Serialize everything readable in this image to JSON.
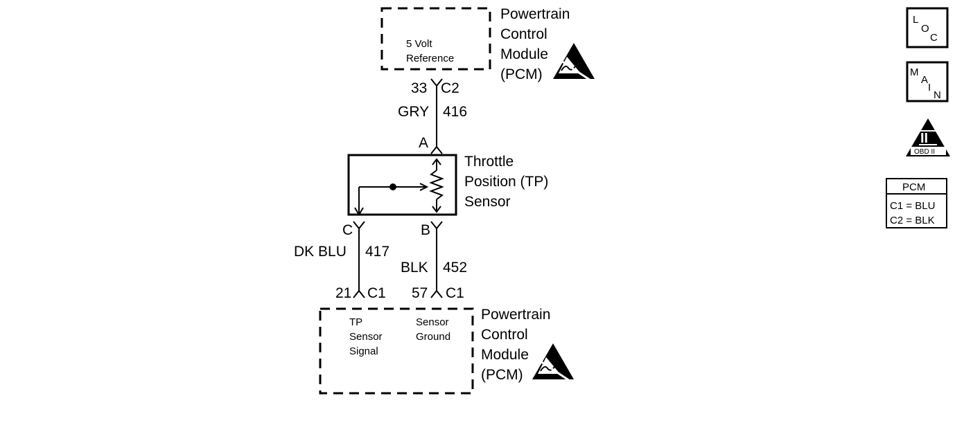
{
  "pcm_top": {
    "name_lines": [
      "Powertrain",
      "Control",
      "Module",
      "(PCM)"
    ],
    "inner_label_lines": [
      "5 Volt",
      "Reference"
    ],
    "pin": "33",
    "connector": "C2"
  },
  "wire_top": {
    "color": "GRY",
    "circuit": "416"
  },
  "tp_sensor": {
    "name_lines": [
      "Throttle",
      "Position (TP)",
      "Sensor"
    ],
    "pin_a": "A",
    "pin_b": "B",
    "pin_c": "C"
  },
  "wire_c": {
    "color": "DK BLU",
    "circuit": "417"
  },
  "wire_b": {
    "color": "BLK",
    "circuit": "452"
  },
  "pcm_bottom": {
    "name_lines": [
      "Powertrain",
      "Control",
      "Module",
      "(PCM)"
    ],
    "pin_left": "21",
    "connector_left": "C1",
    "pin_right": "57",
    "connector_right": "C1",
    "signal_label_lines": [
      "TP",
      "Sensor",
      "Signal"
    ],
    "ground_label_lines": [
      "Sensor",
      "Ground"
    ]
  },
  "icons": {
    "loc": [
      "L",
      "O",
      "C"
    ],
    "main": [
      "M",
      "A",
      "I",
      "N"
    ],
    "obd": {
      "numeral": "II",
      "text": "OBD II"
    },
    "esd_icon": "esd-warning-icon"
  },
  "pcm_legend": {
    "title": "PCM",
    "rows": [
      "C1 = BLU",
      "C2 = BLK"
    ]
  }
}
